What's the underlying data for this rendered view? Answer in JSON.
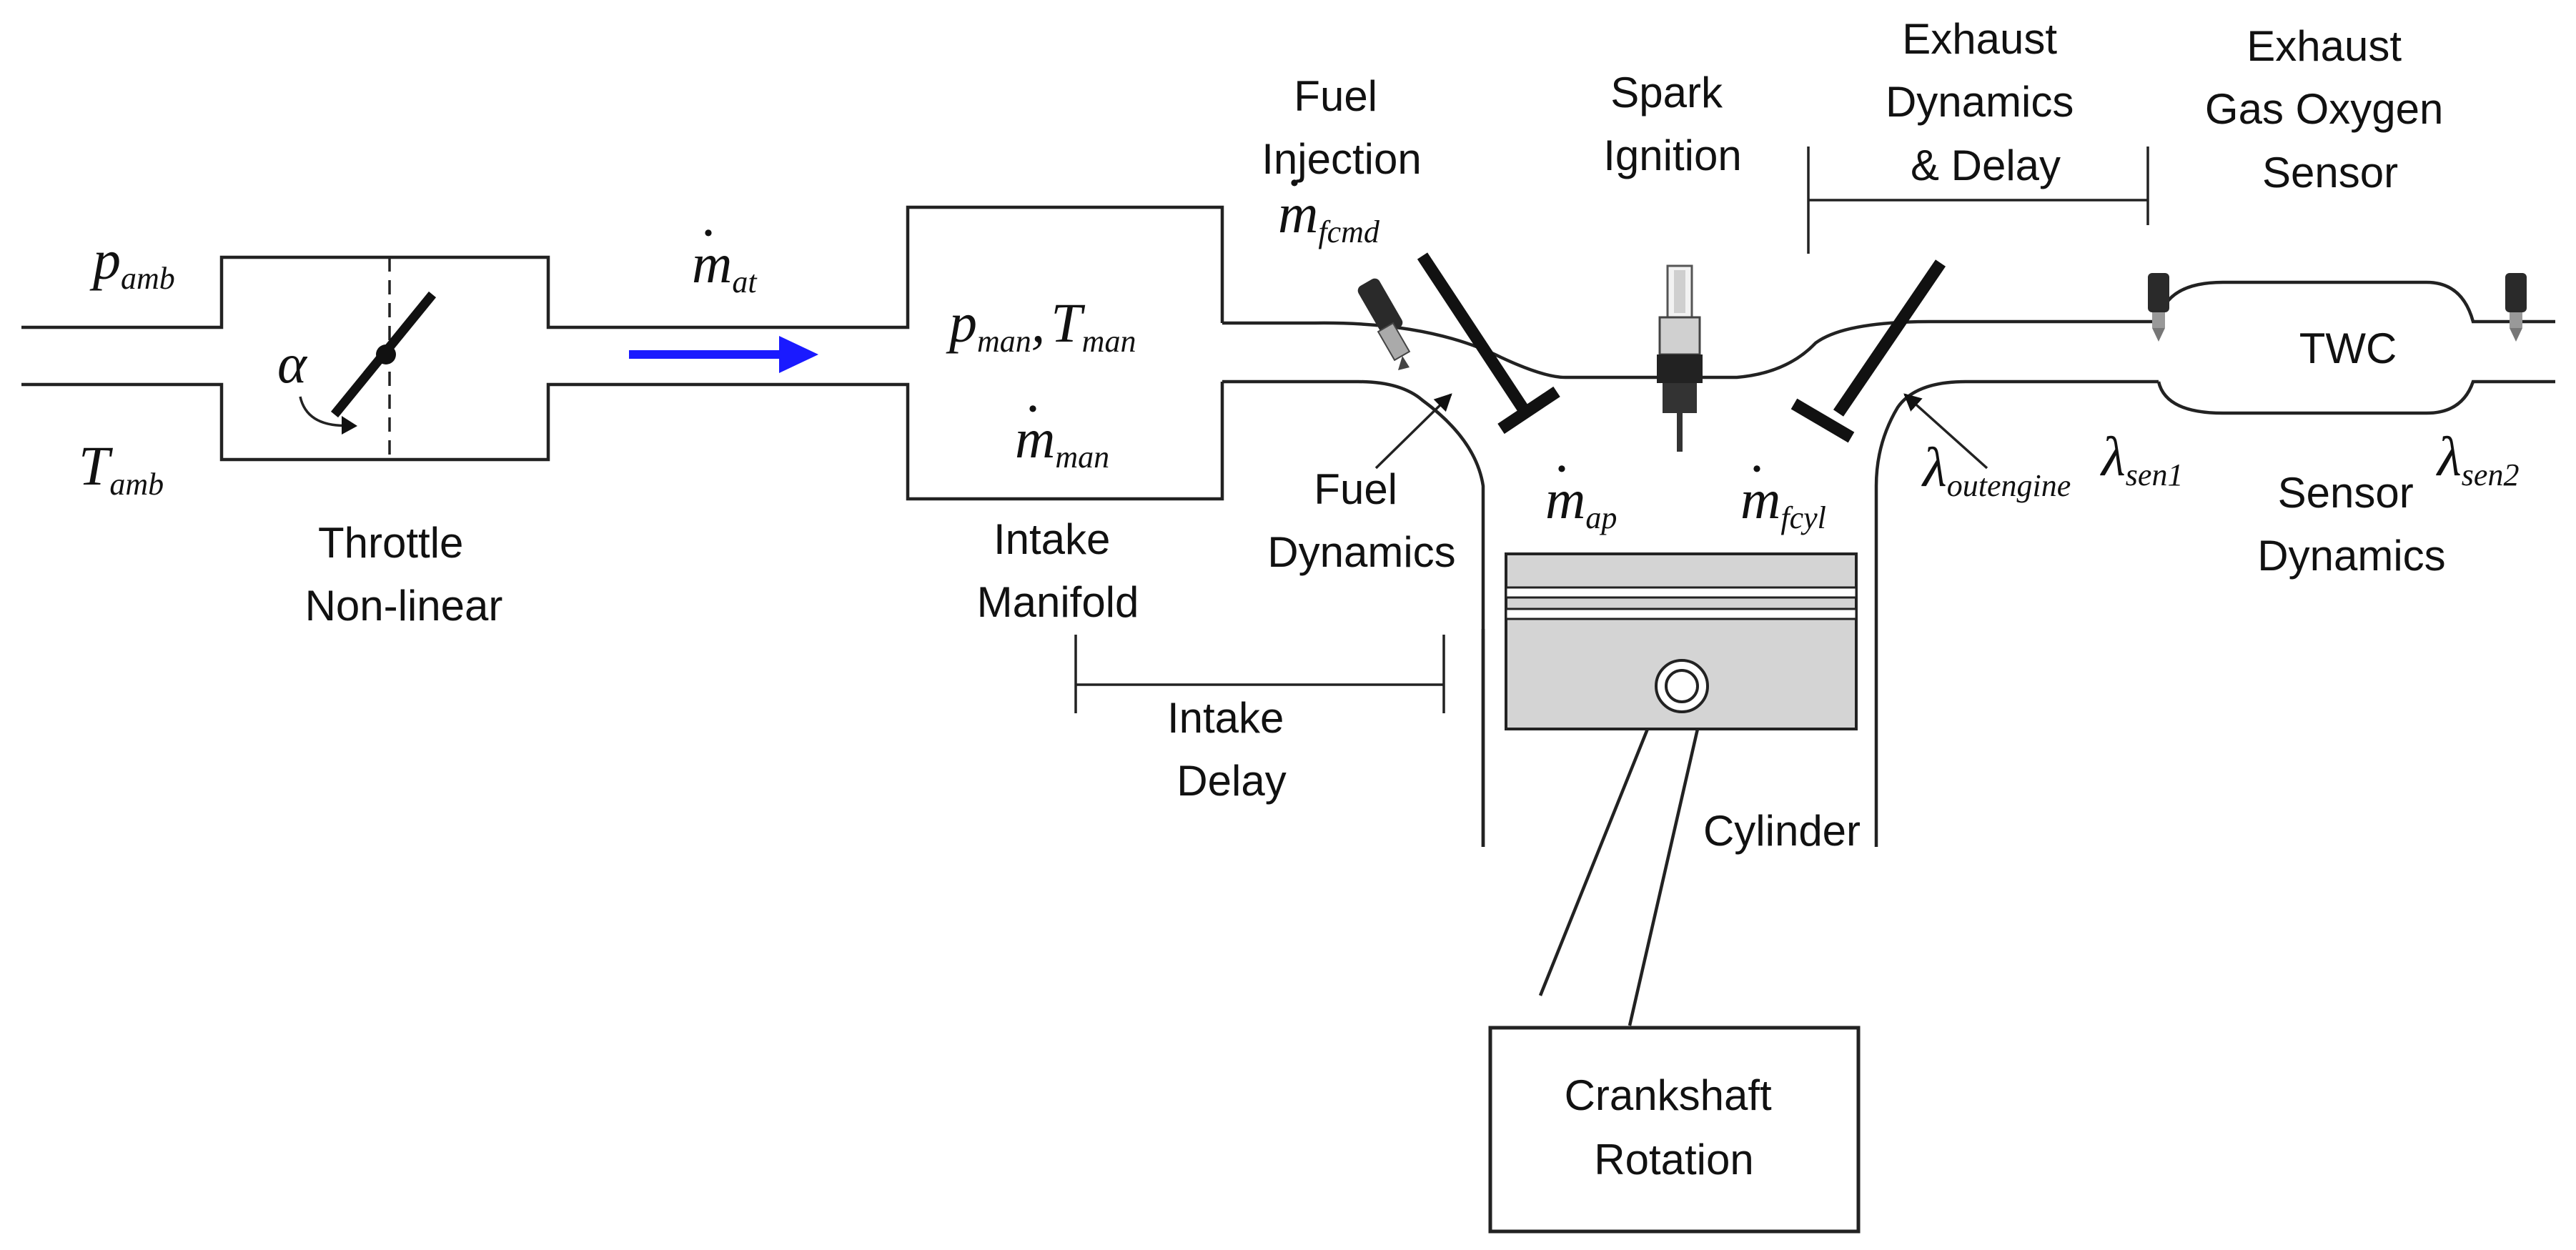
{
  "labels": {
    "throttle": [
      "Throttle",
      "Non-linear"
    ],
    "intake_manifold": [
      "Intake",
      "Manifold"
    ],
    "intake_delay": [
      "Intake",
      "Delay"
    ],
    "fuel_injection": [
      "Fuel",
      "Injection"
    ],
    "fuel_dynamics": [
      "Fuel",
      "Dynamics"
    ],
    "spark_ignition": [
      "Spark",
      "Ignition"
    ],
    "exhaust_dynamics": [
      "Exhaust",
      "Dynamics",
      "& Delay"
    ],
    "exhaust_sensor": [
      "Exhaust",
      "Gas Oxygen",
      "Sensor"
    ],
    "twc": "TWC",
    "sensor_dynamics": [
      "Sensor",
      "Dynamics"
    ],
    "cylinder": "Cylinder",
    "crankshaft": [
      "Crankshaft",
      "Rotation"
    ]
  },
  "symbols": {
    "p_amb": {
      "base": "p",
      "sub": "amb"
    },
    "t_amb": {
      "base": "T",
      "sub": "amb"
    },
    "alpha": "α",
    "m_at": {
      "base": "m",
      "sub": "at"
    },
    "p_man": {
      "base": "p",
      "sub": "man"
    },
    "t_man": {
      "base": "T",
      "sub": "man"
    },
    "comma": ",",
    "m_man": {
      "base": "m",
      "sub": "man"
    },
    "m_fcmd": {
      "base": "m",
      "sub": "fcmd"
    },
    "m_ap": {
      "base": "m",
      "sub": "ap"
    },
    "m_fcyl": {
      "base": "m",
      "sub": "fcyl"
    },
    "lambda_outengine": {
      "base": "λ",
      "sub": "outengine"
    },
    "lambda_sen1": {
      "base": "λ",
      "sub": "sen1"
    },
    "lambda_sen2": {
      "base": "λ",
      "sub": "sen2"
    },
    "dot": "·"
  },
  "colors": {
    "flow_arrow": "#1a1aff",
    "piston": "#d4d4d4",
    "line": "#222222"
  }
}
